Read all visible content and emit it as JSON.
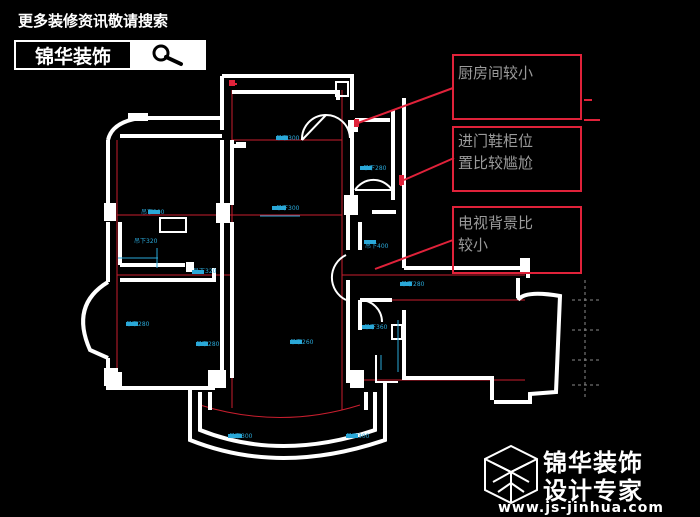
{
  "header": {
    "title": "更多装修资讯敬请搜索",
    "brand_name": "锦华装饰",
    "search_icon": "search-icon"
  },
  "notes": [
    {
      "line1": "厨房间较小",
      "line2": ""
    },
    {
      "line1": "进门鞋柜位",
      "line2": "置比较尴尬"
    },
    {
      "line1": "电视背景比",
      "line2": "较小"
    }
  ],
  "plan_labels": {
    "ceiling": "吊下300",
    "ceiling_alt": "吊下320",
    "ceiling_280": "吊下280",
    "ceiling_400": "吊下400",
    "ceiling_260": "吊下260",
    "ceiling_360": "吊下360"
  },
  "watermark": {
    "line1": "锦华装饰",
    "line2": "设计专家",
    "url": "www.js-jinhua.com",
    "logo_icon": "cube-logo-icon"
  },
  "colors": {
    "background": "#000000",
    "wall": "#ffffff",
    "annotation": "#e0223a",
    "dimension": "#2aa8d8",
    "note_text": "#9a9a9a"
  }
}
